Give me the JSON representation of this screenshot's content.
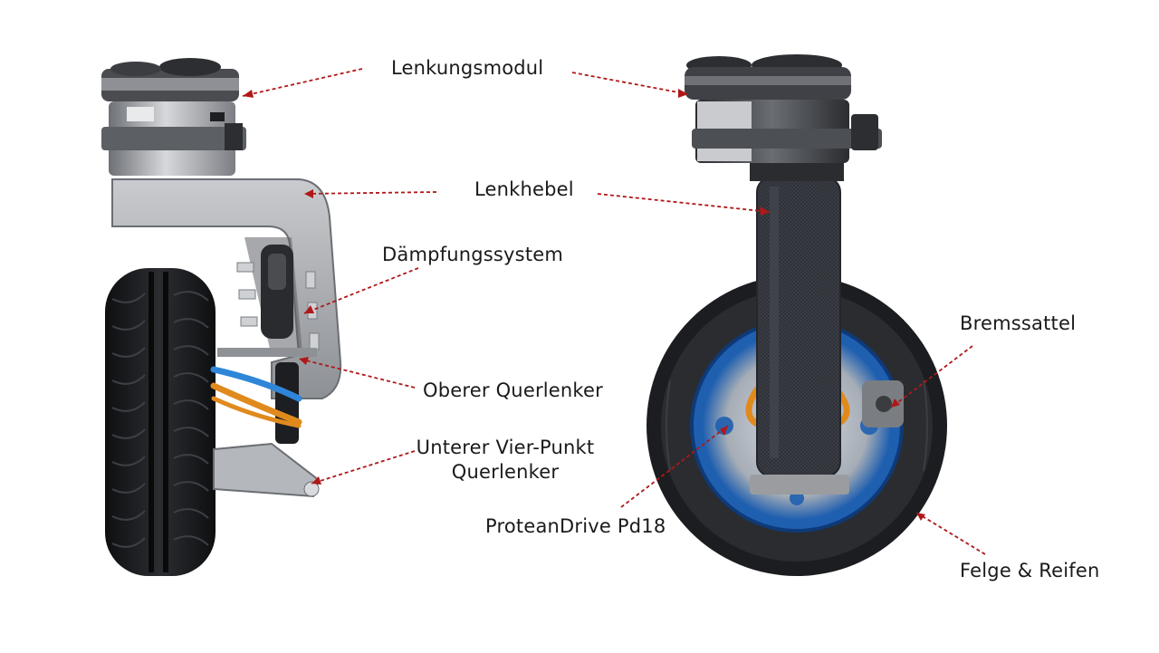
{
  "labels": {
    "lenkungsmodul": "Lenkungsmodul",
    "lenkhebel": "Lenkhebel",
    "daempfungssystem": "Dämpfungssystem",
    "oberer_querlenker": "Oberer Querlenker",
    "unterer_line1": "Unterer Vier-Punkt",
    "unterer_line2": "Querlenker",
    "bremssattel": "Bremssattel",
    "proteandrive": "ProteanDrive Pd18",
    "felge_reifen": "Felge & Reifen"
  },
  "colors": {
    "leader": "#b01818",
    "tire": "#1c1d20",
    "hub_blue": "#1f5fb0",
    "cable_orange": "#e08a1e",
    "cable_blue": "#2f86d8",
    "metal": "#9a9ca0",
    "carbon": "#3a3d44"
  }
}
